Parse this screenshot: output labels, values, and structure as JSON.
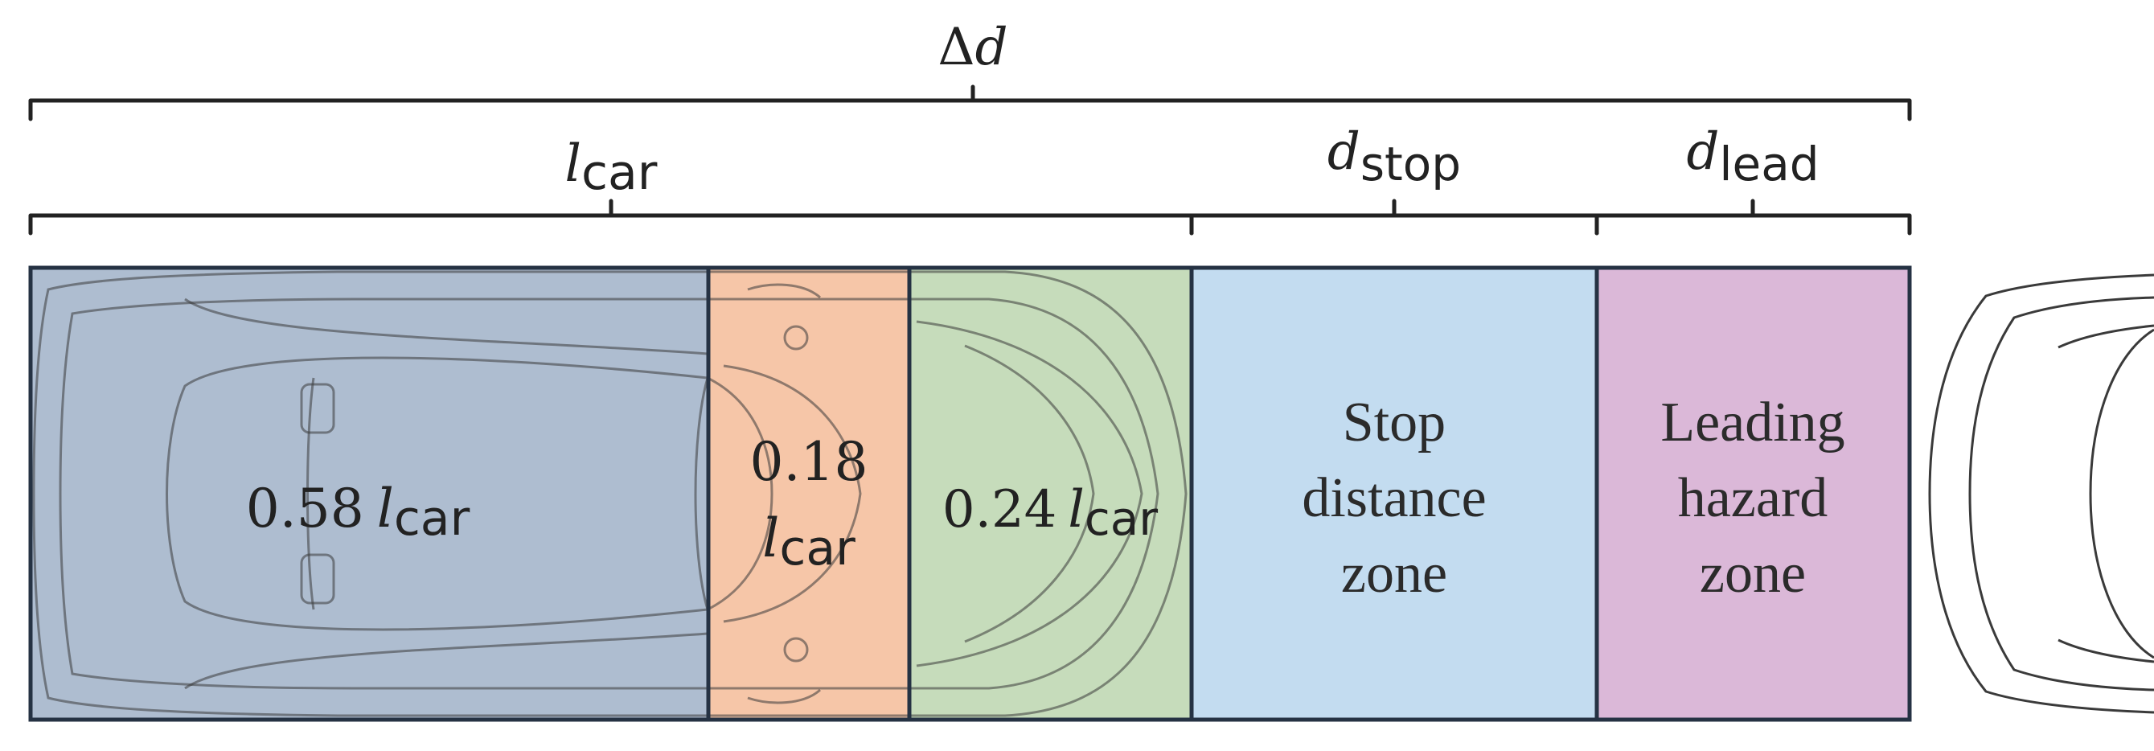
{
  "braces": {
    "total": {
      "var": "Δ",
      "var2": "d"
    },
    "car": {
      "var": "l",
      "sub": "car"
    },
    "stop": {
      "var": "d",
      "sub": "stop"
    },
    "lead": {
      "var": "d",
      "sub": "lead"
    }
  },
  "segments": {
    "rear": {
      "coef": "0.58",
      "var": "l",
      "sub": "car"
    },
    "mid": {
      "coef": "0.18",
      "var": "l",
      "sub": "car"
    },
    "front": {
      "coef": "0.24",
      "var": "l",
      "sub": "car"
    }
  },
  "zones": {
    "stop": {
      "line1": "Stop",
      "line2": "distance",
      "line3": "zone"
    },
    "lead": {
      "line1": "Leading",
      "line2": "hazard",
      "line3": "zone"
    }
  },
  "colors": {
    "rear": "#aebdd0",
    "mid": "#f6c6a8",
    "front": "#c6dcbb",
    "stop": "#c3dcf0",
    "lead": "#dbb8d8",
    "border": "#253243"
  }
}
